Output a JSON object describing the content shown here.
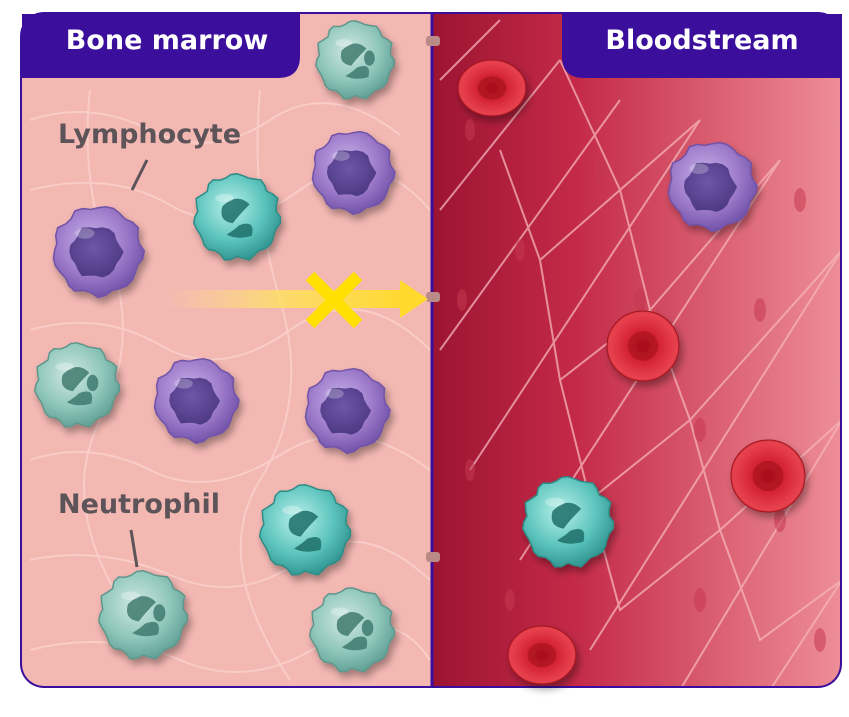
{
  "panels": {
    "left": {
      "title": "Bone marrow"
    },
    "right": {
      "title": "Bloodstream"
    }
  },
  "labels": {
    "lymphocyte": "Lymphocyte",
    "neutrophil": "Neutrophil"
  },
  "colors": {
    "frame": "#3b0f9c",
    "marrow": "#f4b8b3",
    "vessel_dark": "#b8203e",
    "vessel_light": "#ec8a92",
    "lymphocyte": "#9b78c8",
    "neutrophil": "#86c3ba",
    "neutrophil_teal": "#5cc4bd",
    "red_blood_cell": "#d8283a",
    "arrow": "#ffe040",
    "blocked_x": "#ffe000",
    "label_text": "#5c5458"
  },
  "diagram": {
    "arrow_blocked": true,
    "cells": [
      {
        "type": "neutrophil",
        "zone": "bone-marrow"
      },
      {
        "type": "lymphocyte",
        "zone": "bone-marrow"
      },
      {
        "type": "neutrophil",
        "zone": "bone-marrow"
      },
      {
        "type": "lymphocyte",
        "zone": "bone-marrow"
      },
      {
        "type": "neutrophil",
        "zone": "bone-marrow"
      },
      {
        "type": "lymphocyte",
        "zone": "bone-marrow"
      },
      {
        "type": "lymphocyte",
        "zone": "bone-marrow"
      },
      {
        "type": "neutrophil",
        "zone": "bone-marrow"
      },
      {
        "type": "neutrophil",
        "zone": "bone-marrow"
      },
      {
        "type": "neutrophil",
        "zone": "bone-marrow"
      },
      {
        "type": "red-blood-cell",
        "zone": "bloodstream"
      },
      {
        "type": "lymphocyte",
        "zone": "bloodstream"
      },
      {
        "type": "red-blood-cell",
        "zone": "bloodstream"
      },
      {
        "type": "red-blood-cell",
        "zone": "bloodstream"
      },
      {
        "type": "neutrophil",
        "zone": "bloodstream"
      },
      {
        "type": "red-blood-cell",
        "zone": "bloodstream"
      }
    ]
  }
}
